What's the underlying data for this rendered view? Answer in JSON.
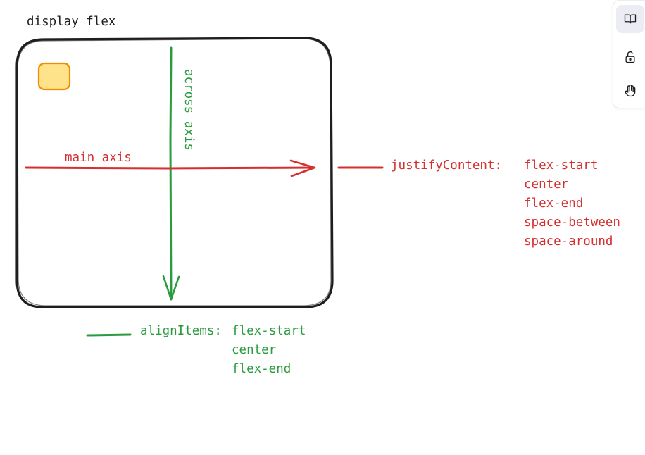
{
  "diagram": {
    "title": "display flex",
    "main_axis_label": "main axis",
    "across_axis_label": "across axis",
    "justify_content": {
      "label": "justifyContent:",
      "options": [
        "flex-start",
        "center",
        "flex-end",
        "space-between",
        "space-around"
      ]
    },
    "align_items": {
      "label": "alignItems:",
      "options": [
        "flex-start",
        "center",
        "flex-end"
      ]
    }
  },
  "colors": {
    "main_axis": "#d62f2f",
    "across_axis": "#2a9c3f",
    "container_stroke": "#1e1e1e",
    "item_fill": "#ffe38a",
    "item_stroke": "#f08c00"
  },
  "toolbar": {
    "items": [
      {
        "icon": "book-open-icon",
        "active": true
      },
      {
        "icon": "unlock-icon",
        "active": false
      },
      {
        "icon": "hand-icon",
        "active": false
      }
    ]
  }
}
